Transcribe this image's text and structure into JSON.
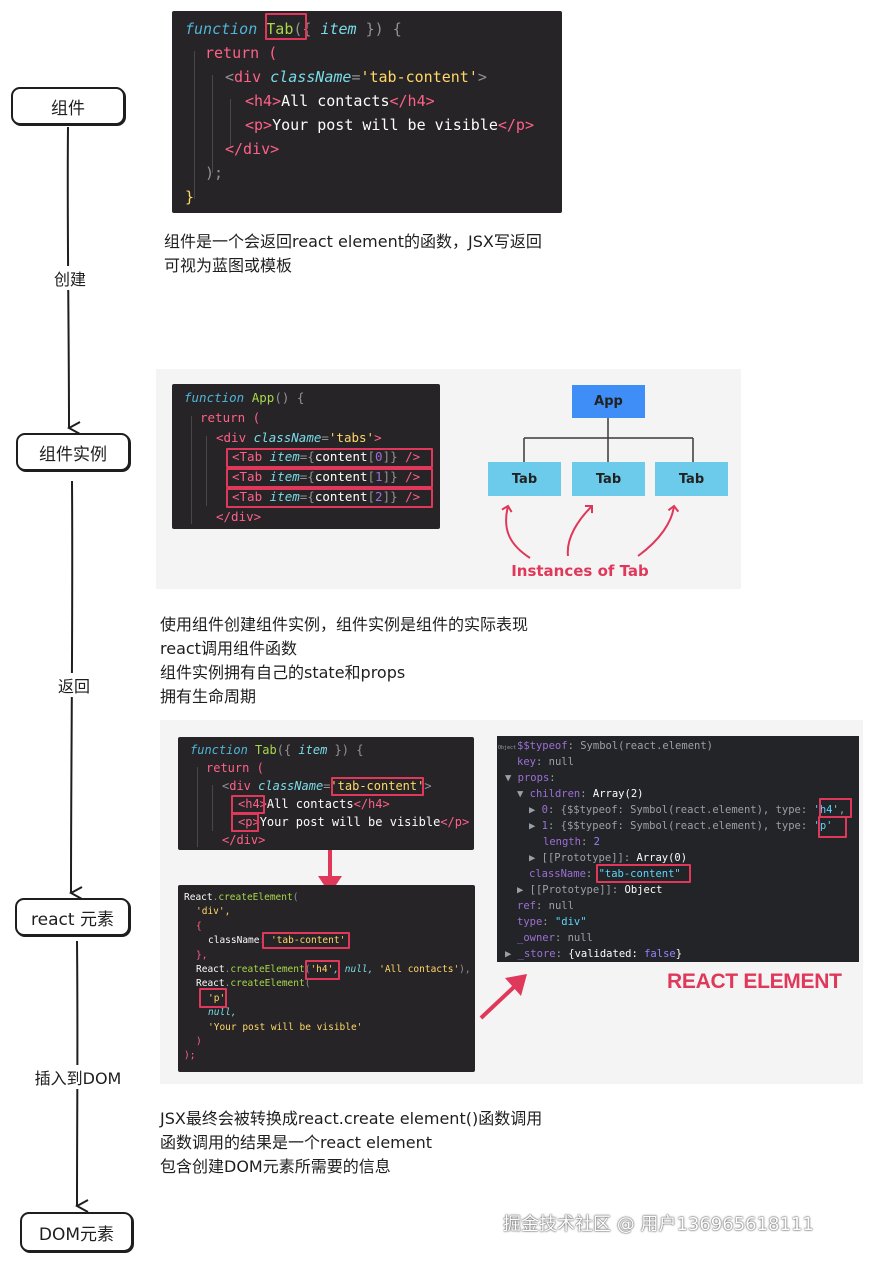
{
  "flow": {
    "nodes": [
      "组件",
      "组件实例",
      "react 元素",
      "DOM元素"
    ],
    "edges": [
      "创建",
      "返回",
      "插入到DOM"
    ]
  },
  "notes": {
    "component": [
      "组件是一个会返回react element的函数，JSX写返回",
      "可视为蓝图或模板"
    ],
    "instance": [
      "使用组件创建组件实例，组件实例是组件的实际表现",
      "react调用组件函数",
      "组件实例拥有自己的state和props",
      "拥有生命周期"
    ],
    "element": [
      "JSX最终会被转换成react.create element()函数调用",
      "函数调用的结果是一个react element",
      "包含创建DOM元素所需要的信息"
    ]
  },
  "code1": {
    "l1": {
      "kw": "function",
      "name": "Tab",
      "rest": "({ ",
      "param": "item",
      "end": " }) {"
    },
    "l2": "return (",
    "l3": {
      "open": "<",
      "tag": "div",
      "attr": "className",
      "eq": "=",
      "val": "'tab-content'",
      "close": ">"
    },
    "l4": {
      "open": "<h4>",
      "text": "All contacts",
      "close": "</h4>"
    },
    "l5": {
      "open": "<p>",
      "text": "Your post will be visible",
      "close": "</p>"
    },
    "l6": "</div>",
    "l7": ");",
    "l8": "}"
  },
  "code2": {
    "l1": {
      "kw": "function",
      "name": "App",
      "end": "() {"
    },
    "l2": "return (",
    "l3": {
      "tag": "<div",
      "attr": "className",
      "val": "'tabs'",
      "close": ">"
    },
    "tabs": [
      {
        "tag": "<Tab",
        "attr": "item",
        "a": "={",
        "b": "content",
        "c": "[",
        "n": "0",
        "d": "]}",
        "close": " />"
      },
      {
        "tag": "<Tab",
        "attr": "item",
        "a": "={",
        "b": "content",
        "c": "[",
        "n": "1",
        "d": "]}",
        "close": " />"
      },
      {
        "tag": "<Tab",
        "attr": "item",
        "a": "={",
        "b": "content",
        "c": "[",
        "n": "2",
        "d": "]}",
        "close": " />"
      }
    ],
    "l7": "</div>"
  },
  "tree": {
    "root": "App",
    "children": [
      "Tab",
      "Tab",
      "Tab"
    ],
    "caption": "Instances of Tab"
  },
  "code3": {
    "l1": {
      "kw": "function",
      "name": "Tab",
      "rest": "({ ",
      "param": "item",
      "end": " }) {"
    },
    "l2": "return (",
    "l3": {
      "open": "<",
      "tag": "div",
      "attr": "className",
      "eq": "=",
      "val": "'tab-content'",
      "close": ">"
    },
    "l4": {
      "open": "<h4>",
      "text": "All contacts",
      "close": "</h4>"
    },
    "l5": {
      "open": "<p>",
      "text": "Your post will be visible",
      "close": "</p>"
    },
    "l6": "</div>"
  },
  "code4": {
    "l1": {
      "obj": "React",
      "dot": ".",
      "fn": "createElement",
      "p": "("
    },
    "l2": "'div',",
    "l3": "{",
    "l4": {
      "key": "className",
      "colon": ": ",
      "val": "'tab-content'"
    },
    "l5": "},",
    "l6": {
      "obj": "React",
      "dot": ".",
      "fn": "createElement",
      "p": "(",
      "tag": "'h4'",
      "rest": ", null, ",
      "str": "'All contacts'",
      "end": "),"
    },
    "l7": {
      "obj": "React",
      "dot": ".",
      "fn": "createElement",
      "p": "("
    },
    "l8": "'p'",
    "l9": "null,",
    "l10": "'Your post will be visible'",
    "l11": ")",
    "l12": ");"
  },
  "console": {
    "badge": "Object",
    "l1": {
      "k": "$$typeof",
      "v": "Symbol(react.element)"
    },
    "l2": {
      "k": "key",
      "v": "null"
    },
    "l3": {
      "k": "props"
    },
    "l4": {
      "k": "children",
      "v": "Array(2)"
    },
    "l5": {
      "k": "0",
      "v": "{$$typeof: Symbol(react.element), type: ",
      "t": "'h4'",
      "e": ","
    },
    "l6": {
      "k": "1",
      "v": "{$$typeof: Symbol(react.element), type: ",
      "t": "'p'"
    },
    "l7": {
      "k": "length",
      "v": "2"
    },
    "l8": {
      "k": "[[Prototype]]",
      "v": "Array(0)"
    },
    "l9": {
      "k": "className",
      "v": "\"tab-content\""
    },
    "l10": {
      "k": "[[Prototype]]",
      "v": "Object"
    },
    "l11": {
      "k": "ref",
      "v": "null"
    },
    "l12": {
      "k": "type",
      "v": "\"div\""
    },
    "l13": {
      "k": "_owner",
      "v": "null"
    },
    "l14": {
      "k": "_store",
      "v": "{validated: ",
      "b": "false",
      "e": "}"
    }
  },
  "react_element_label": "REACT ELEMENT",
  "watermark": "掘金技术社区 @ 用户136965618111",
  "colors": {
    "highlight": "#e0385a",
    "tree_root": "#3f8ef7",
    "tree_child": "#6ccbea",
    "caption": "#e0385a"
  }
}
